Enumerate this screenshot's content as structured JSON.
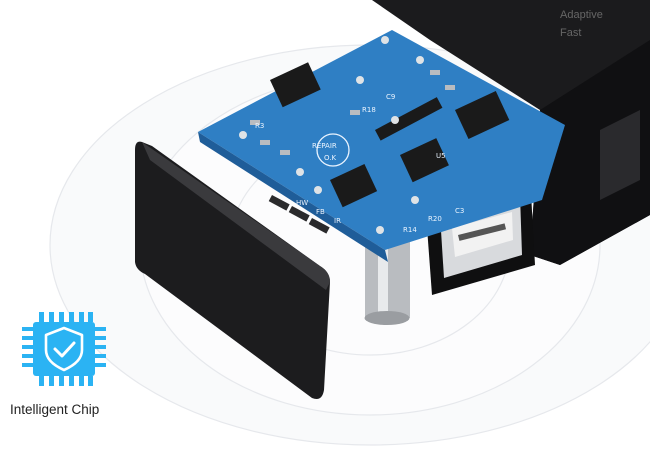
{
  "feature": {
    "label": "Intelligent Chip",
    "icon": "shield-check-chip-icon",
    "icon_color": "#2bb3f3"
  },
  "product_markings": {
    "charger_text": [
      "Adaptive",
      "Fast"
    ],
    "pcb_labels": [
      "REPAIR",
      "O.K",
      "HW",
      "FB",
      "IR",
      "R18",
      "C9",
      "U5",
      "R20",
      "C3",
      "R14",
      "R3"
    ]
  },
  "colors": {
    "pcb": "#2f7fc4",
    "housing": "#1b1b1d",
    "rings": "#e6e8ec"
  }
}
